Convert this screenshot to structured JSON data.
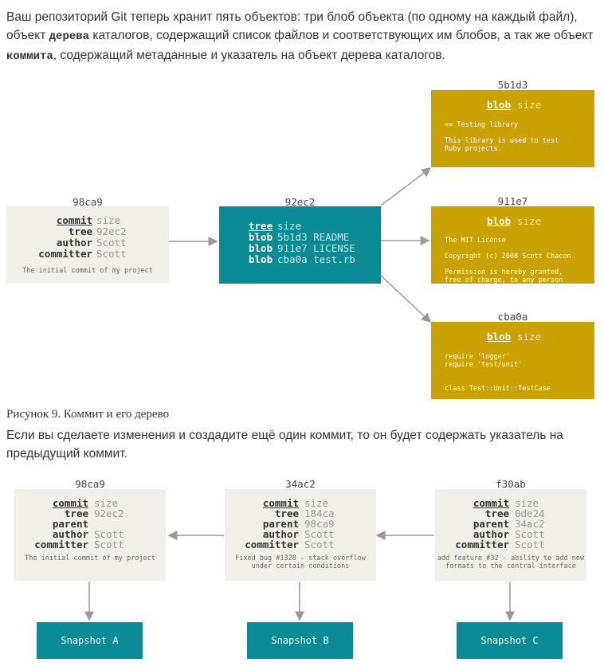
{
  "intro": {
    "part1": "Ваш репозиторий Git теперь хранит пять объектов: три блоб объекта (по одному на каждый файл), объект ",
    "code1": "дерева",
    "part2": " каталогов, содержащий список файлов и соответствующих им блобов, а так же объект ",
    "code2": "коммита",
    "part3": ", содержащий метаданные и указатель на объект дерева каталогов."
  },
  "figure9": {
    "commit": {
      "hash": "98ca9",
      "rows": [
        {
          "key": "commit",
          "value": "size"
        },
        {
          "key": "tree",
          "value": "92ec2"
        },
        {
          "key": "author",
          "value": "Scott"
        },
        {
          "key": "committer",
          "value": "Scott"
        }
      ],
      "message": "The initial commit of my project"
    },
    "tree": {
      "hash": "92ec2",
      "rows": [
        {
          "key": "tree",
          "value": "size"
        },
        {
          "key": "blob",
          "value": "5b1d3 README"
        },
        {
          "key": "blob",
          "value": "911e7 LICENSE"
        },
        {
          "key": "blob",
          "value": "cba0a test.rb"
        }
      ]
    },
    "blobs": [
      {
        "hash": "5b1d3",
        "key": "blob",
        "value": "size",
        "content": "== Testing library\n\nThis library is used to test\nRuby projects."
      },
      {
        "hash": "911e7",
        "key": "blob",
        "value": "size",
        "content": "The MIT License\n\nCopyright (c) 2008 Scott Chacon\n\nPermission is hereby granted,\nfree of charge, to any person"
      },
      {
        "hash": "cba0a",
        "key": "blob",
        "value": "size",
        "content": "require 'logger'\nrequire 'test/unit'\n\n\nclass Test::Unit::TestCase"
      }
    ],
    "caption": "Рисунок 9. Коммит и его дерево"
  },
  "para2": "Если вы сделаете изменения и создадите ещё один коммит, то он будет содержать указатель на предыдущий коммит.",
  "figure10": {
    "commits": [
      {
        "hash": "98ca9",
        "rows": [
          {
            "key": "commit",
            "value": "size"
          },
          {
            "key": "tree",
            "value": "92ec2"
          },
          {
            "key": "parent",
            "value": ""
          },
          {
            "key": "author",
            "value": "Scott"
          },
          {
            "key": "committer",
            "value": "Scott"
          }
        ],
        "message": "The initial commit of my project",
        "snapshot": "Snapshot A"
      },
      {
        "hash": "34ac2",
        "rows": [
          {
            "key": "commit",
            "value": "size"
          },
          {
            "key": "tree",
            "value": "184ca"
          },
          {
            "key": "parent",
            "value": "98ca9"
          },
          {
            "key": "author",
            "value": "Scott"
          },
          {
            "key": "committer",
            "value": "Scott"
          }
        ],
        "message": "Fixed bug #1328 - stack overflow\nunder certain conditions",
        "snapshot": "Snapshot B"
      },
      {
        "hash": "f30ab",
        "rows": [
          {
            "key": "commit",
            "value": "size"
          },
          {
            "key": "tree",
            "value": "0de24"
          },
          {
            "key": "parent",
            "value": "34ac2"
          },
          {
            "key": "author",
            "value": "Scott"
          },
          {
            "key": "committer",
            "value": "Scott"
          }
        ],
        "message": "add feature #32 - ability to add new\nformats to the central interface",
        "snapshot": "Snapshot C"
      }
    ]
  }
}
